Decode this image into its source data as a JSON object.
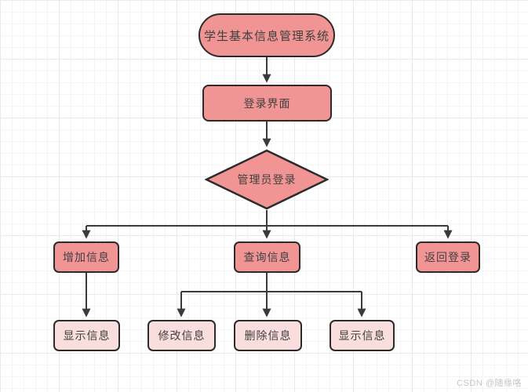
{
  "diagram": {
    "title_node": "学生基本信息管理系统",
    "nodes": {
      "start": {
        "label": "学生基本信息管理系统",
        "type": "terminator"
      },
      "login": {
        "label": "登录界面",
        "type": "process"
      },
      "admin_login": {
        "label": "管理员登录",
        "type": "decision"
      },
      "add_info": {
        "label": "增加信息",
        "type": "process"
      },
      "query_info": {
        "label": "查询信息",
        "type": "process"
      },
      "return_login": {
        "label": "返回登录",
        "type": "process"
      },
      "show_info_left": {
        "label": "显示信息",
        "type": "process"
      },
      "modify_info": {
        "label": "修改信息",
        "type": "process"
      },
      "delete_info": {
        "label": "删除信息",
        "type": "process"
      },
      "show_info_right": {
        "label": "显示信息",
        "type": "process"
      }
    },
    "edges": [
      {
        "from": "start",
        "to": "login"
      },
      {
        "from": "login",
        "to": "admin_login"
      },
      {
        "from": "admin_login",
        "to": "add_info"
      },
      {
        "from": "admin_login",
        "to": "query_info"
      },
      {
        "from": "admin_login",
        "to": "return_login"
      },
      {
        "from": "add_info",
        "to": "show_info_left"
      },
      {
        "from": "query_info",
        "to": "modify_info"
      },
      {
        "from": "query_info",
        "to": "delete_info"
      },
      {
        "from": "query_info",
        "to": "show_info_right"
      }
    ],
    "colors": {
      "node_fill_primary": "#f19494",
      "node_fill_secondary": "#fadddd",
      "node_border": "#2b2b2b",
      "connector": "#3a3a3a",
      "text": "#404040",
      "grid_line": "#e9e9e9",
      "background": "#ffffff"
    }
  },
  "watermark": {
    "text": "CSDN @随缘咯"
  }
}
